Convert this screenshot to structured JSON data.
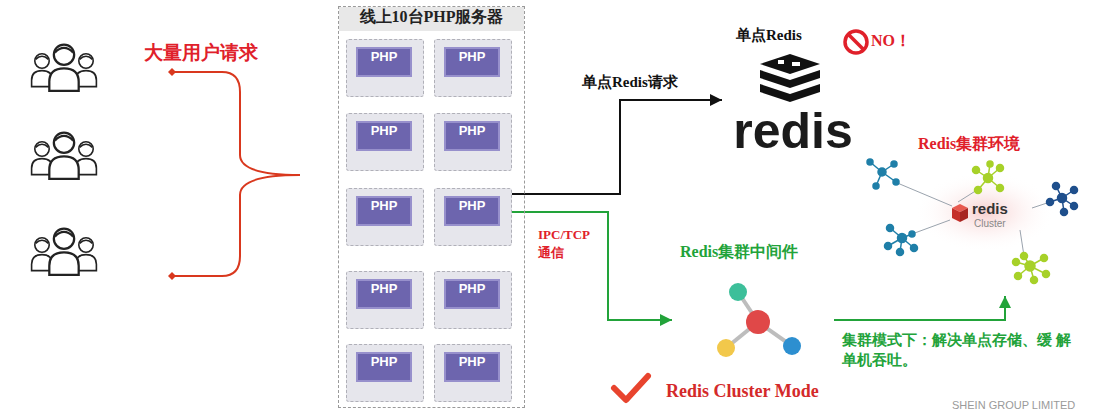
{
  "diagram": {
    "nodes": [
      {
        "text": [
          "线上10台PHP服务器"
        ]
      },
      {
        "text": [
          "PHP"
        ],
        "in": 0
      },
      {
        "text": [
          "PHP"
        ],
        "in": 0
      },
      {
        "text": [
          "PHP"
        ],
        "in": 0
      },
      {
        "text": [
          "PHP"
        ],
        "in": 0
      },
      {
        "text": [
          "PHP"
        ],
        "in": 0
      },
      {
        "text": [
          "PHP"
        ],
        "in": 0
      },
      {
        "text": [
          "PHP"
        ],
        "in": 0
      },
      {
        "text": [
          "PHP"
        ],
        "in": 0
      },
      {
        "text": [
          "PHP"
        ],
        "in": 0
      },
      {
        "text": [
          "PHP"
        ],
        "in": 0
      },
      {
        "text": [
          "单点Redis",
          "redis"
        ]
      },
      {
        "text": [
          "Redis集群中间件"
        ]
      },
      {
        "text": [
          "Redis集群环境",
          "redis",
          "Cluster"
        ]
      }
    ],
    "edges": [
      {
        "from": 6,
        "to": 11,
        "arrow": "to",
        "label": "单点Redis请求"
      },
      {
        "from": 6,
        "to": 12,
        "arrow": "to",
        "label": "IPC/TCP 通信"
      },
      {
        "from": 12,
        "to": 13,
        "arrow": "to",
        "label": "集群模式下：解决单点存储、缓 解单机吞吐。"
      }
    ],
    "labels": [
      "大量用户请求",
      "NO！",
      "Redis Cluster Mode",
      "SHEIN GROUP LIMITED"
    ]
  }
}
